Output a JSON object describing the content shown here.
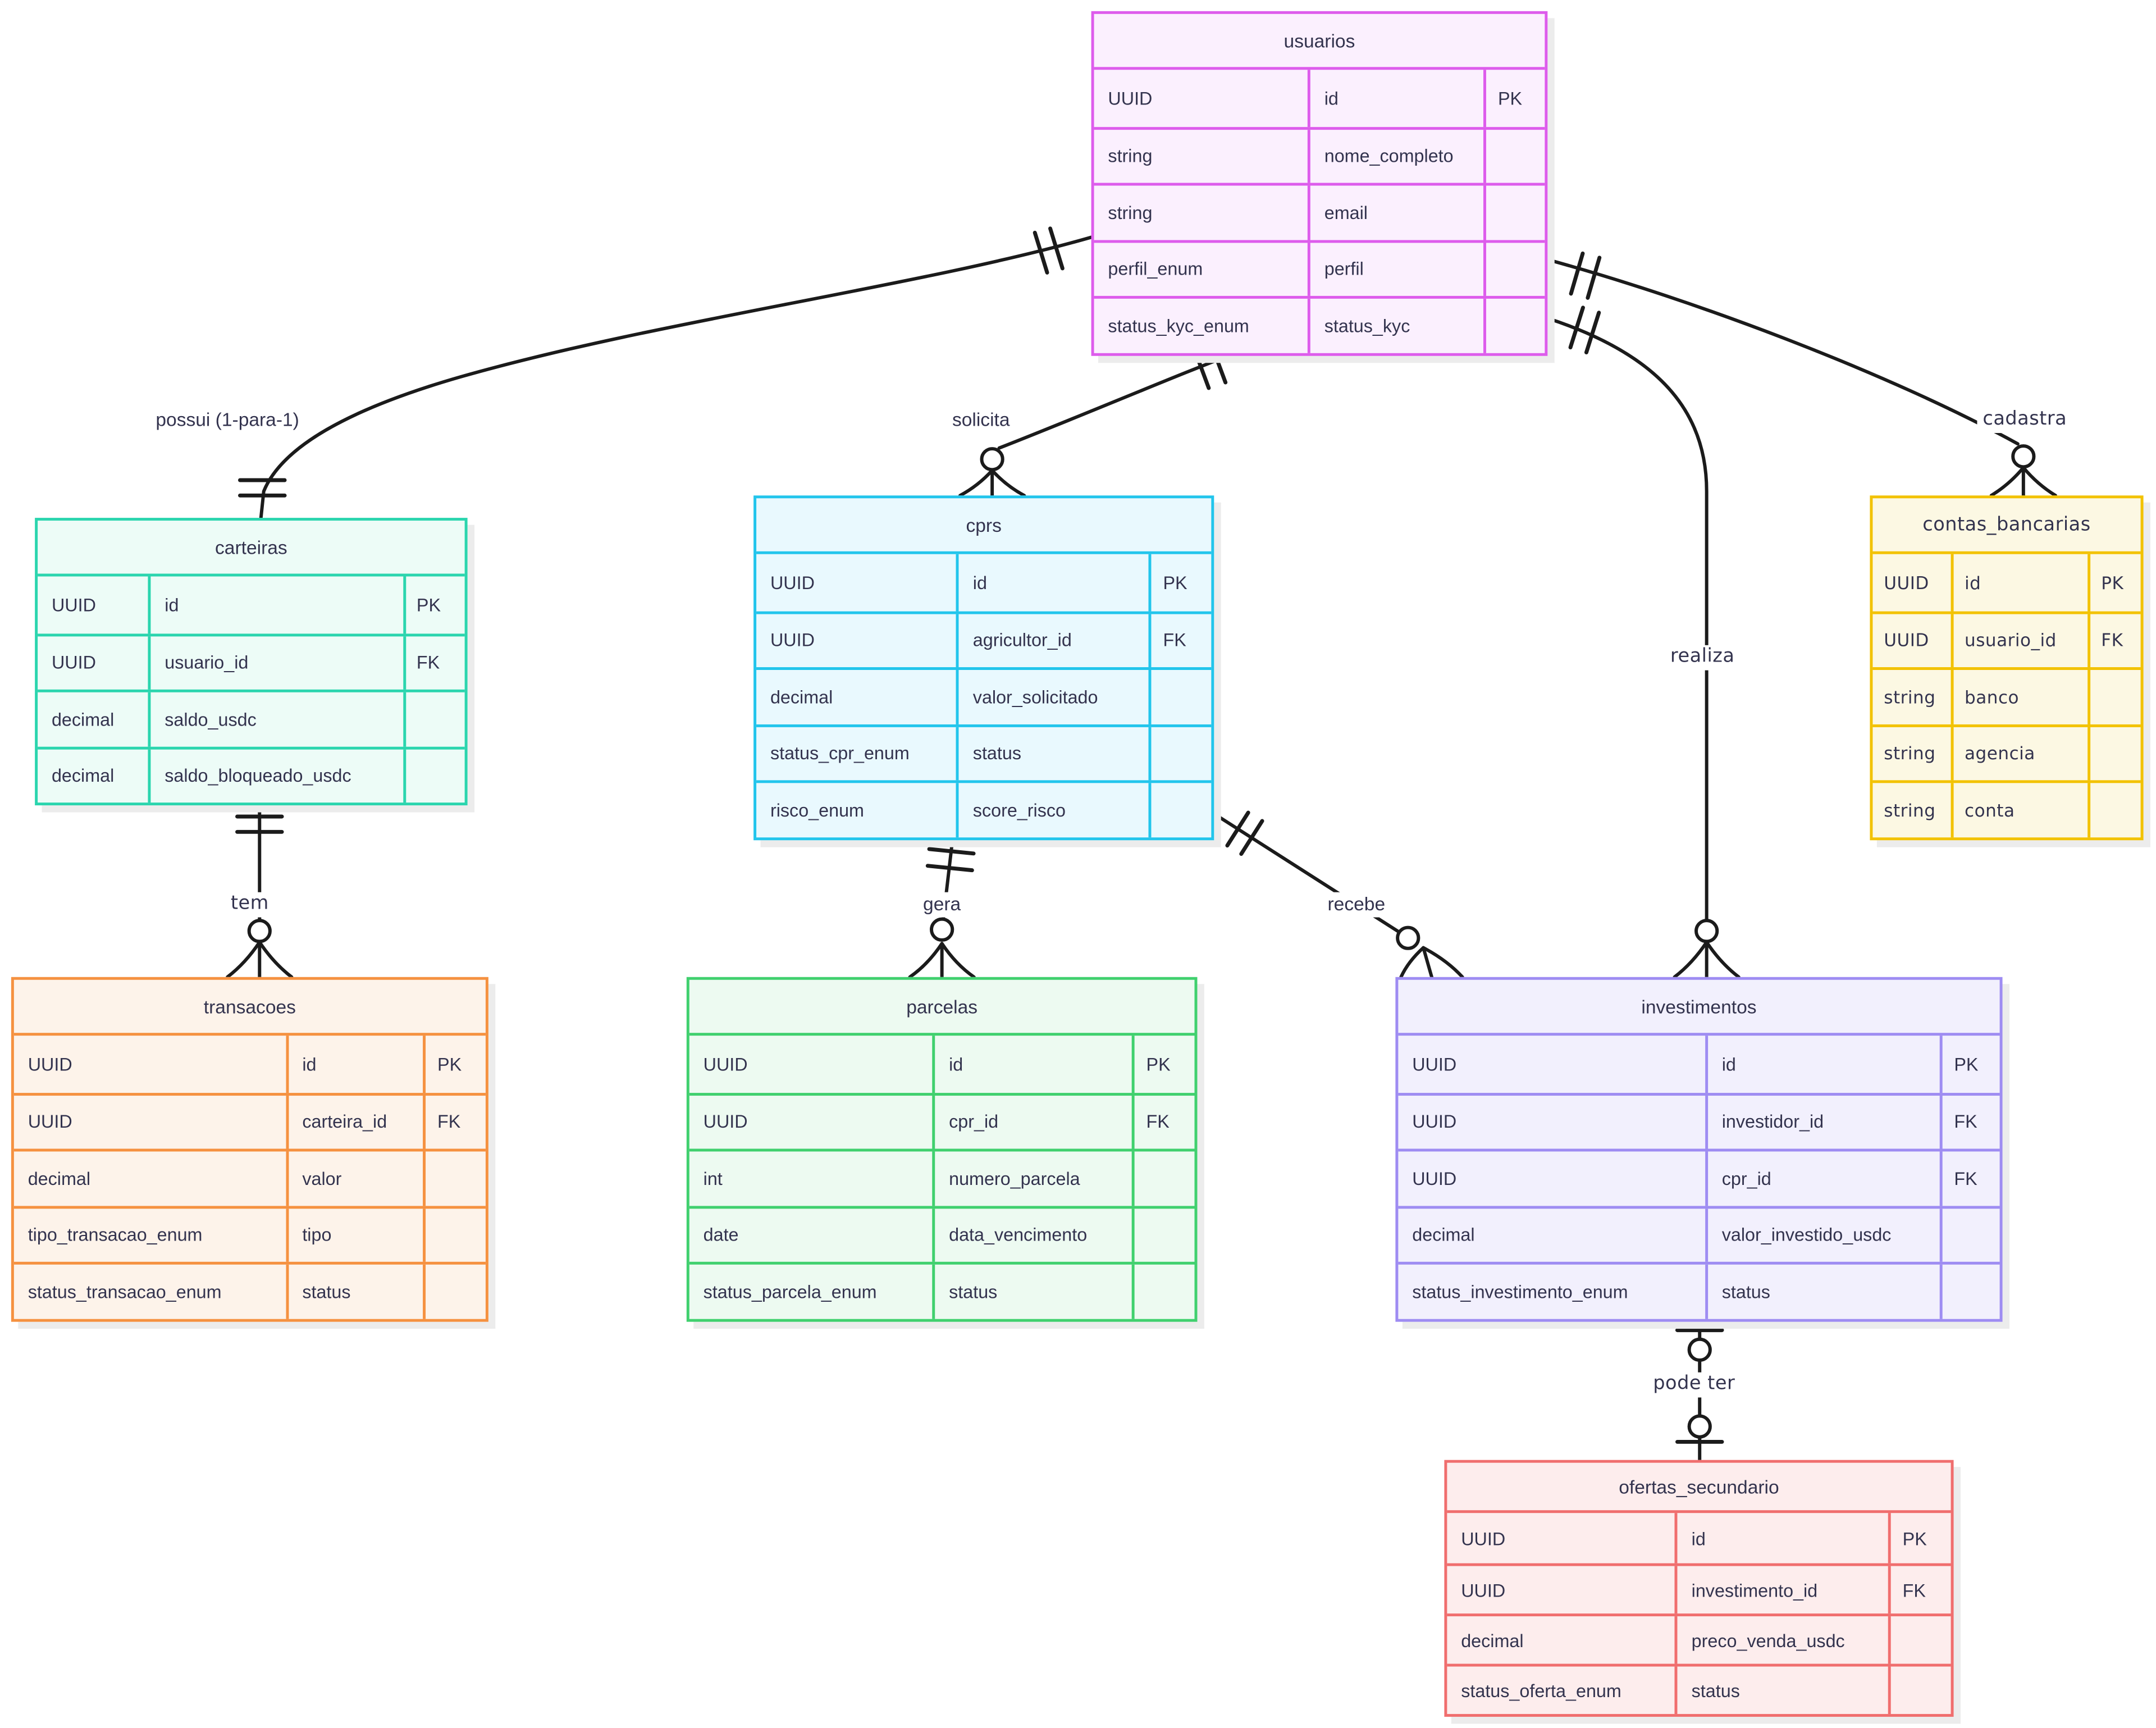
{
  "canvas": {
    "background": "#ffffff",
    "line_color": "#1b1b1b",
    "text_color": "#33334e",
    "label_background": "#ffffff",
    "shadow_color": "#ececec"
  },
  "tables": [
    {
      "id": "usuarios",
      "title": "usuarios",
      "border_color": "#dd5cec",
      "fill_color": "#fbf0fe",
      "rows": [
        {
          "type": "UUID",
          "name": "id",
          "key": "PK"
        },
        {
          "type": "string",
          "name": "nome_completo",
          "key": ""
        },
        {
          "type": "string",
          "name": "email",
          "key": ""
        },
        {
          "type": "perfil_enum",
          "name": "perfil",
          "key": ""
        },
        {
          "type": "status_kyc_enum",
          "name": "status_kyc",
          "key": ""
        }
      ]
    },
    {
      "id": "carteiras",
      "title": "carteiras",
      "border_color": "#2bd5ae",
      "fill_color": "#edfcf7",
      "rows": [
        {
          "type": "UUID",
          "name": "id",
          "key": "PK"
        },
        {
          "type": "UUID",
          "name": "usuario_id",
          "key": "FK"
        },
        {
          "type": "decimal",
          "name": "saldo_usdc",
          "key": ""
        },
        {
          "type": "decimal",
          "name": "saldo_bloqueado_usdc",
          "key": ""
        }
      ]
    },
    {
      "id": "cprs",
      "title": "cprs",
      "border_color": "#22c5ec",
      "fill_color": "#e9f9fe",
      "rows": [
        {
          "type": "UUID",
          "name": "id",
          "key": "PK"
        },
        {
          "type": "UUID",
          "name": "agricultor_id",
          "key": "FK"
        },
        {
          "type": "decimal",
          "name": "valor_solicitado",
          "key": ""
        },
        {
          "type": "status_cpr_enum",
          "name": "status",
          "key": ""
        },
        {
          "type": "risco_enum",
          "name": "score_risco",
          "key": ""
        }
      ]
    },
    {
      "id": "contas_bancarias",
      "title": "contas_bancarias",
      "border_color": "#f2c200",
      "fill_color": "#fcf8e3",
      "rows": [
        {
          "type": "UUID",
          "name": "id",
          "key": "PK"
        },
        {
          "type": "UUID",
          "name": "usuario_id",
          "key": "FK"
        },
        {
          "type": "string",
          "name": "banco",
          "key": ""
        },
        {
          "type": "string",
          "name": "agencia",
          "key": ""
        },
        {
          "type": "string",
          "name": "conta",
          "key": ""
        }
      ]
    },
    {
      "id": "transacoes",
      "title": "transacoes",
      "border_color": "#f59140",
      "fill_color": "#fdf3ea",
      "rows": [
        {
          "type": "UUID",
          "name": "id",
          "key": "PK"
        },
        {
          "type": "UUID",
          "name": "carteira_id",
          "key": "FK"
        },
        {
          "type": "decimal",
          "name": "valor",
          "key": ""
        },
        {
          "type": "tipo_transacao_enum",
          "name": "tipo",
          "key": ""
        },
        {
          "type": "status_transacao_enum",
          "name": "status",
          "key": ""
        }
      ]
    },
    {
      "id": "parcelas",
      "title": "parcelas",
      "border_color": "#40d06e",
      "fill_color": "#edfaf1",
      "rows": [
        {
          "type": "UUID",
          "name": "id",
          "key": "PK"
        },
        {
          "type": "UUID",
          "name": "cpr_id",
          "key": "FK"
        },
        {
          "type": "int",
          "name": "numero_parcela",
          "key": ""
        },
        {
          "type": "date",
          "name": "data_vencimento",
          "key": ""
        },
        {
          "type": "status_parcela_enum",
          "name": "status",
          "key": ""
        }
      ]
    },
    {
      "id": "investimentos",
      "title": "investimentos",
      "border_color": "#9e8cf2",
      "fill_color": "#f2f0fd",
      "rows": [
        {
          "type": "UUID",
          "name": "id",
          "key": "PK"
        },
        {
          "type": "UUID",
          "name": "investidor_id",
          "key": "FK"
        },
        {
          "type": "UUID",
          "name": "cpr_id",
          "key": "FK"
        },
        {
          "type": "decimal",
          "name": "valor_investido_usdc",
          "key": ""
        },
        {
          "type": "status_investimento_enum",
          "name": "status",
          "key": ""
        }
      ]
    },
    {
      "id": "ofertas_secundario",
      "title": "ofertas_secundario",
      "border_color": "#f06e6e",
      "fill_color": "#fdeded",
      "rows": [
        {
          "type": "UUID",
          "name": "id",
          "key": "PK"
        },
        {
          "type": "UUID",
          "name": "investimento_id",
          "key": "FK"
        },
        {
          "type": "decimal",
          "name": "preco_venda_usdc",
          "key": ""
        },
        {
          "type": "status_oferta_enum",
          "name": "status",
          "key": ""
        }
      ]
    }
  ],
  "relationships": [
    {
      "id": "possui",
      "from": "usuarios",
      "to": "carteiras",
      "label": "possui (1-para-1)",
      "notation": "||--||"
    },
    {
      "id": "solicita",
      "from": "usuarios",
      "to": "cprs",
      "label": "solicita",
      "notation": "||--o{"
    },
    {
      "id": "cadastra",
      "from": "usuarios",
      "to": "contas_bancarias",
      "label": "cadastra",
      "notation": "||--o{"
    },
    {
      "id": "realiza",
      "from": "usuarios",
      "to": "investimentos",
      "label": "realiza",
      "notation": "||--o{"
    },
    {
      "id": "tem",
      "from": "carteiras",
      "to": "transacoes",
      "label": "tem",
      "notation": "||--o{"
    },
    {
      "id": "gera",
      "from": "cprs",
      "to": "parcelas",
      "label": "gera",
      "notation": "||--o{"
    },
    {
      "id": "recebe",
      "from": "cprs",
      "to": "investimentos",
      "label": "recebe",
      "notation": "||--o{"
    },
    {
      "id": "pode_ter",
      "from": "investimentos",
      "to": "ofertas_secundario",
      "label": "pode ter",
      "notation": "|o--o|"
    }
  ]
}
